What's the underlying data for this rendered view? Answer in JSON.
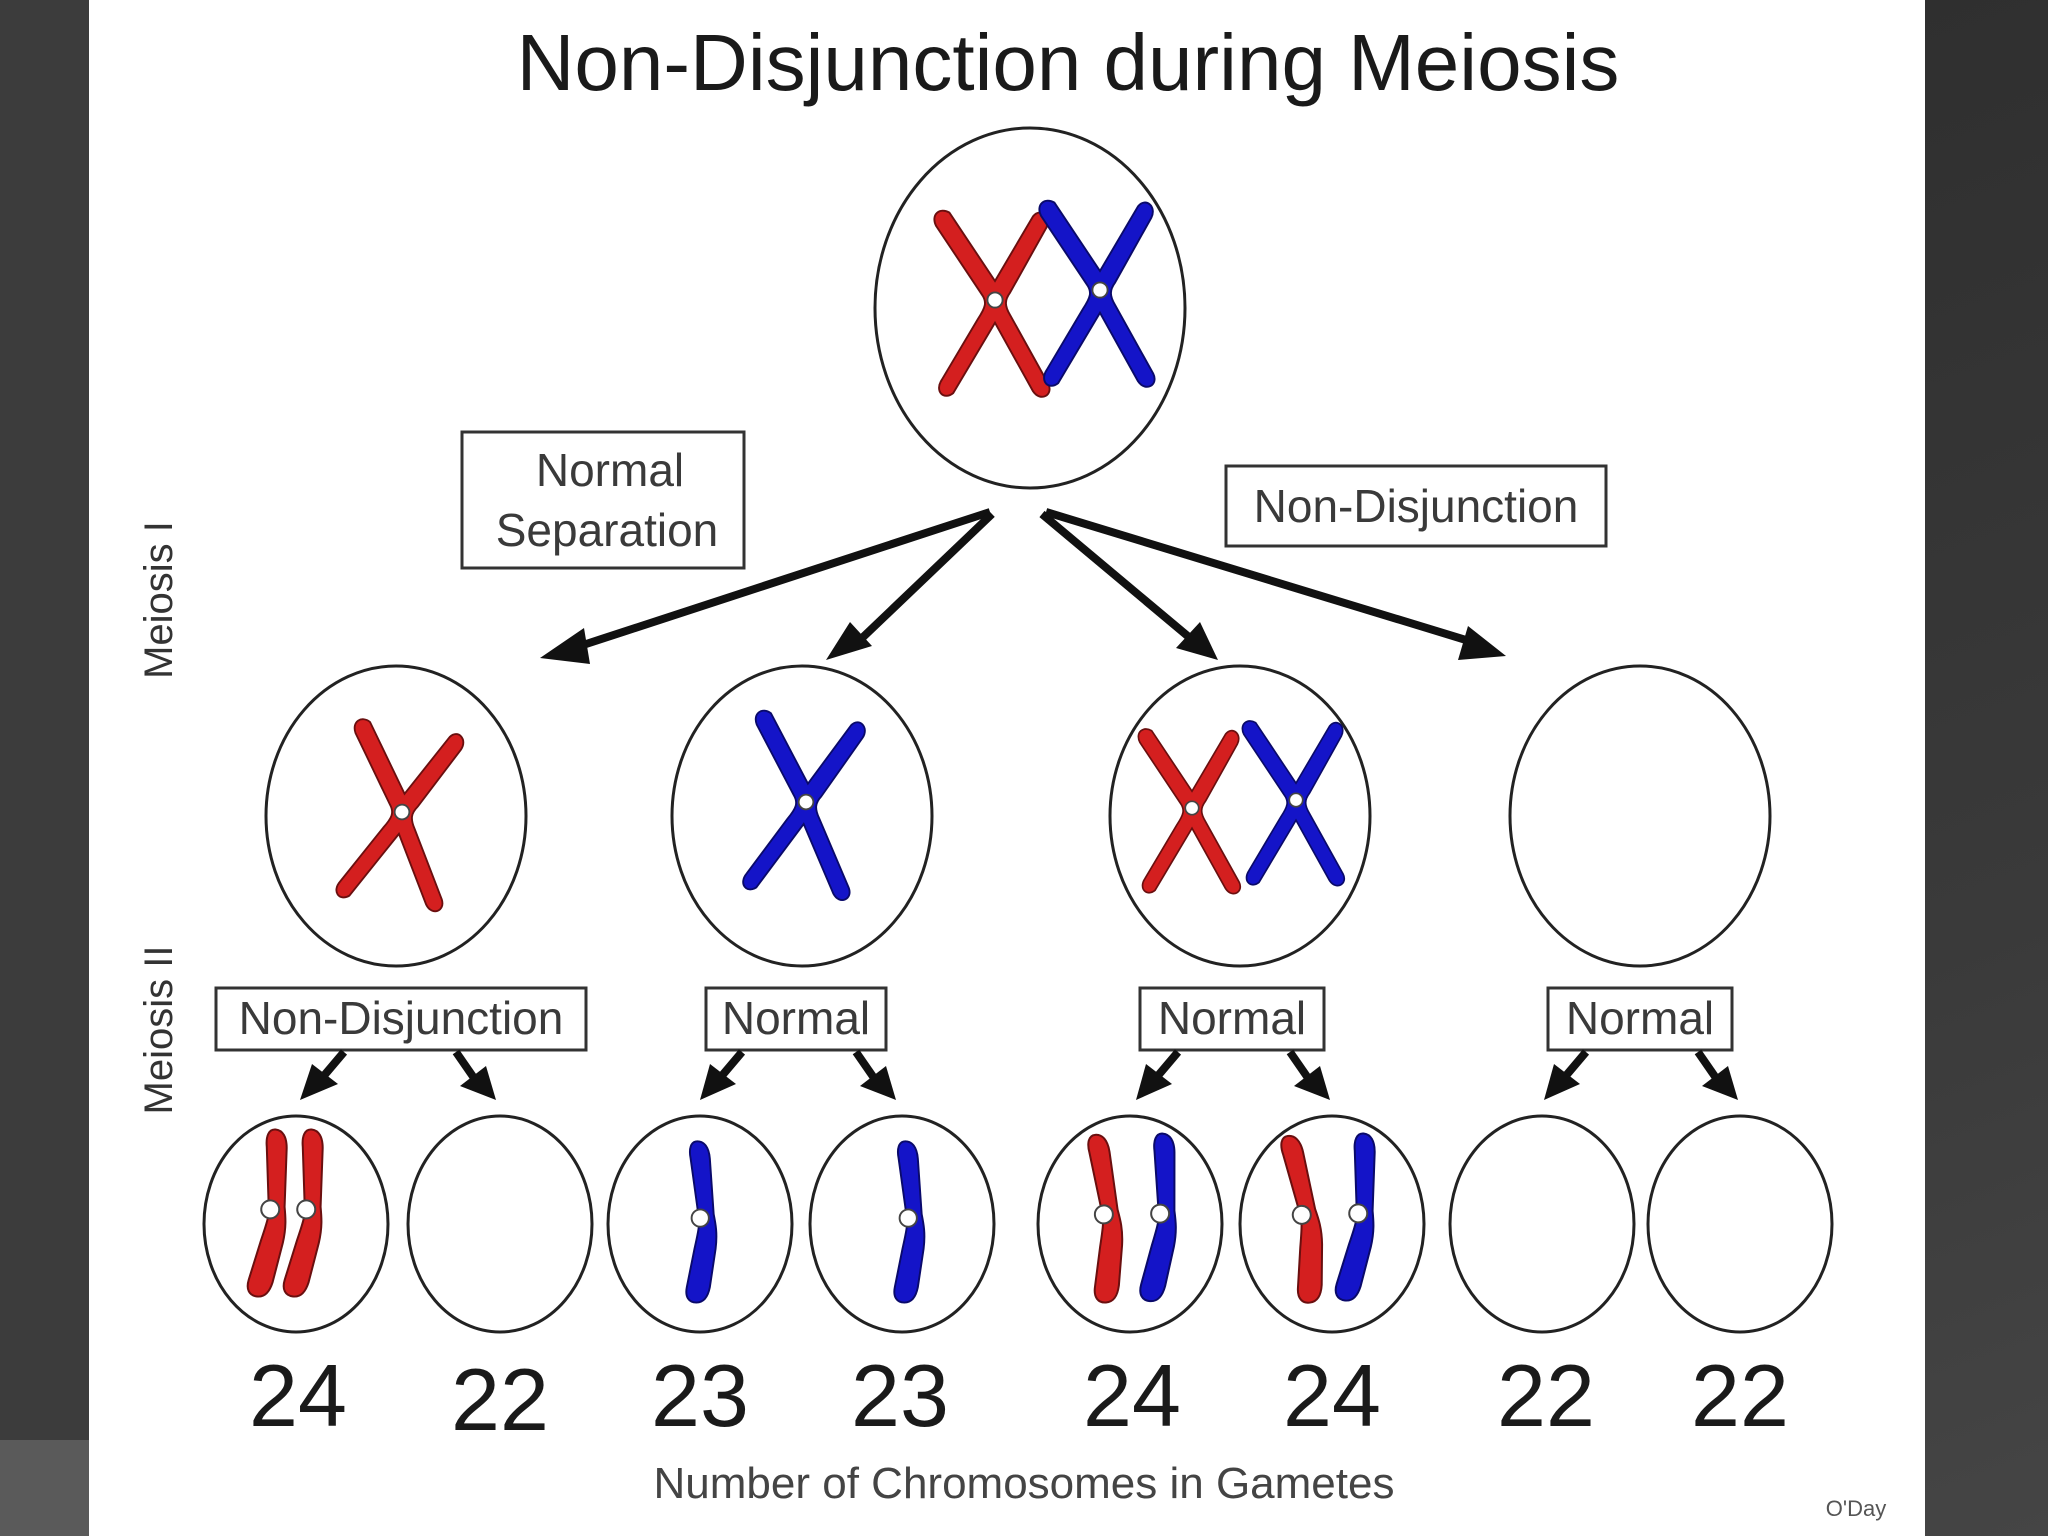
{
  "diagram": {
    "title": "Non-Disjunction during Meiosis",
    "side_labels": {
      "meiosis_1": "Meiosis I",
      "meiosis_2": "Meiosis II"
    },
    "meiosis_1_labels": {
      "left": "Normal Separation",
      "left_line1": "Normal",
      "left_line2": "Separation",
      "right": "Non-Disjunction"
    },
    "meiosis_2_labels": [
      "Non-Disjunction",
      "Normal",
      "Normal",
      "Normal"
    ],
    "gamete_counts": [
      "24",
      "22",
      "23",
      "23",
      "24",
      "24",
      "22",
      "22"
    ],
    "footer": "Number of Chromosomes in Gametes",
    "credit": "O'Day",
    "colors": {
      "maternal_chromosome": "#d41f1f",
      "paternal_chromosome": "#1414c8",
      "outline": "#222222",
      "background": "#3c3c3c"
    }
  }
}
